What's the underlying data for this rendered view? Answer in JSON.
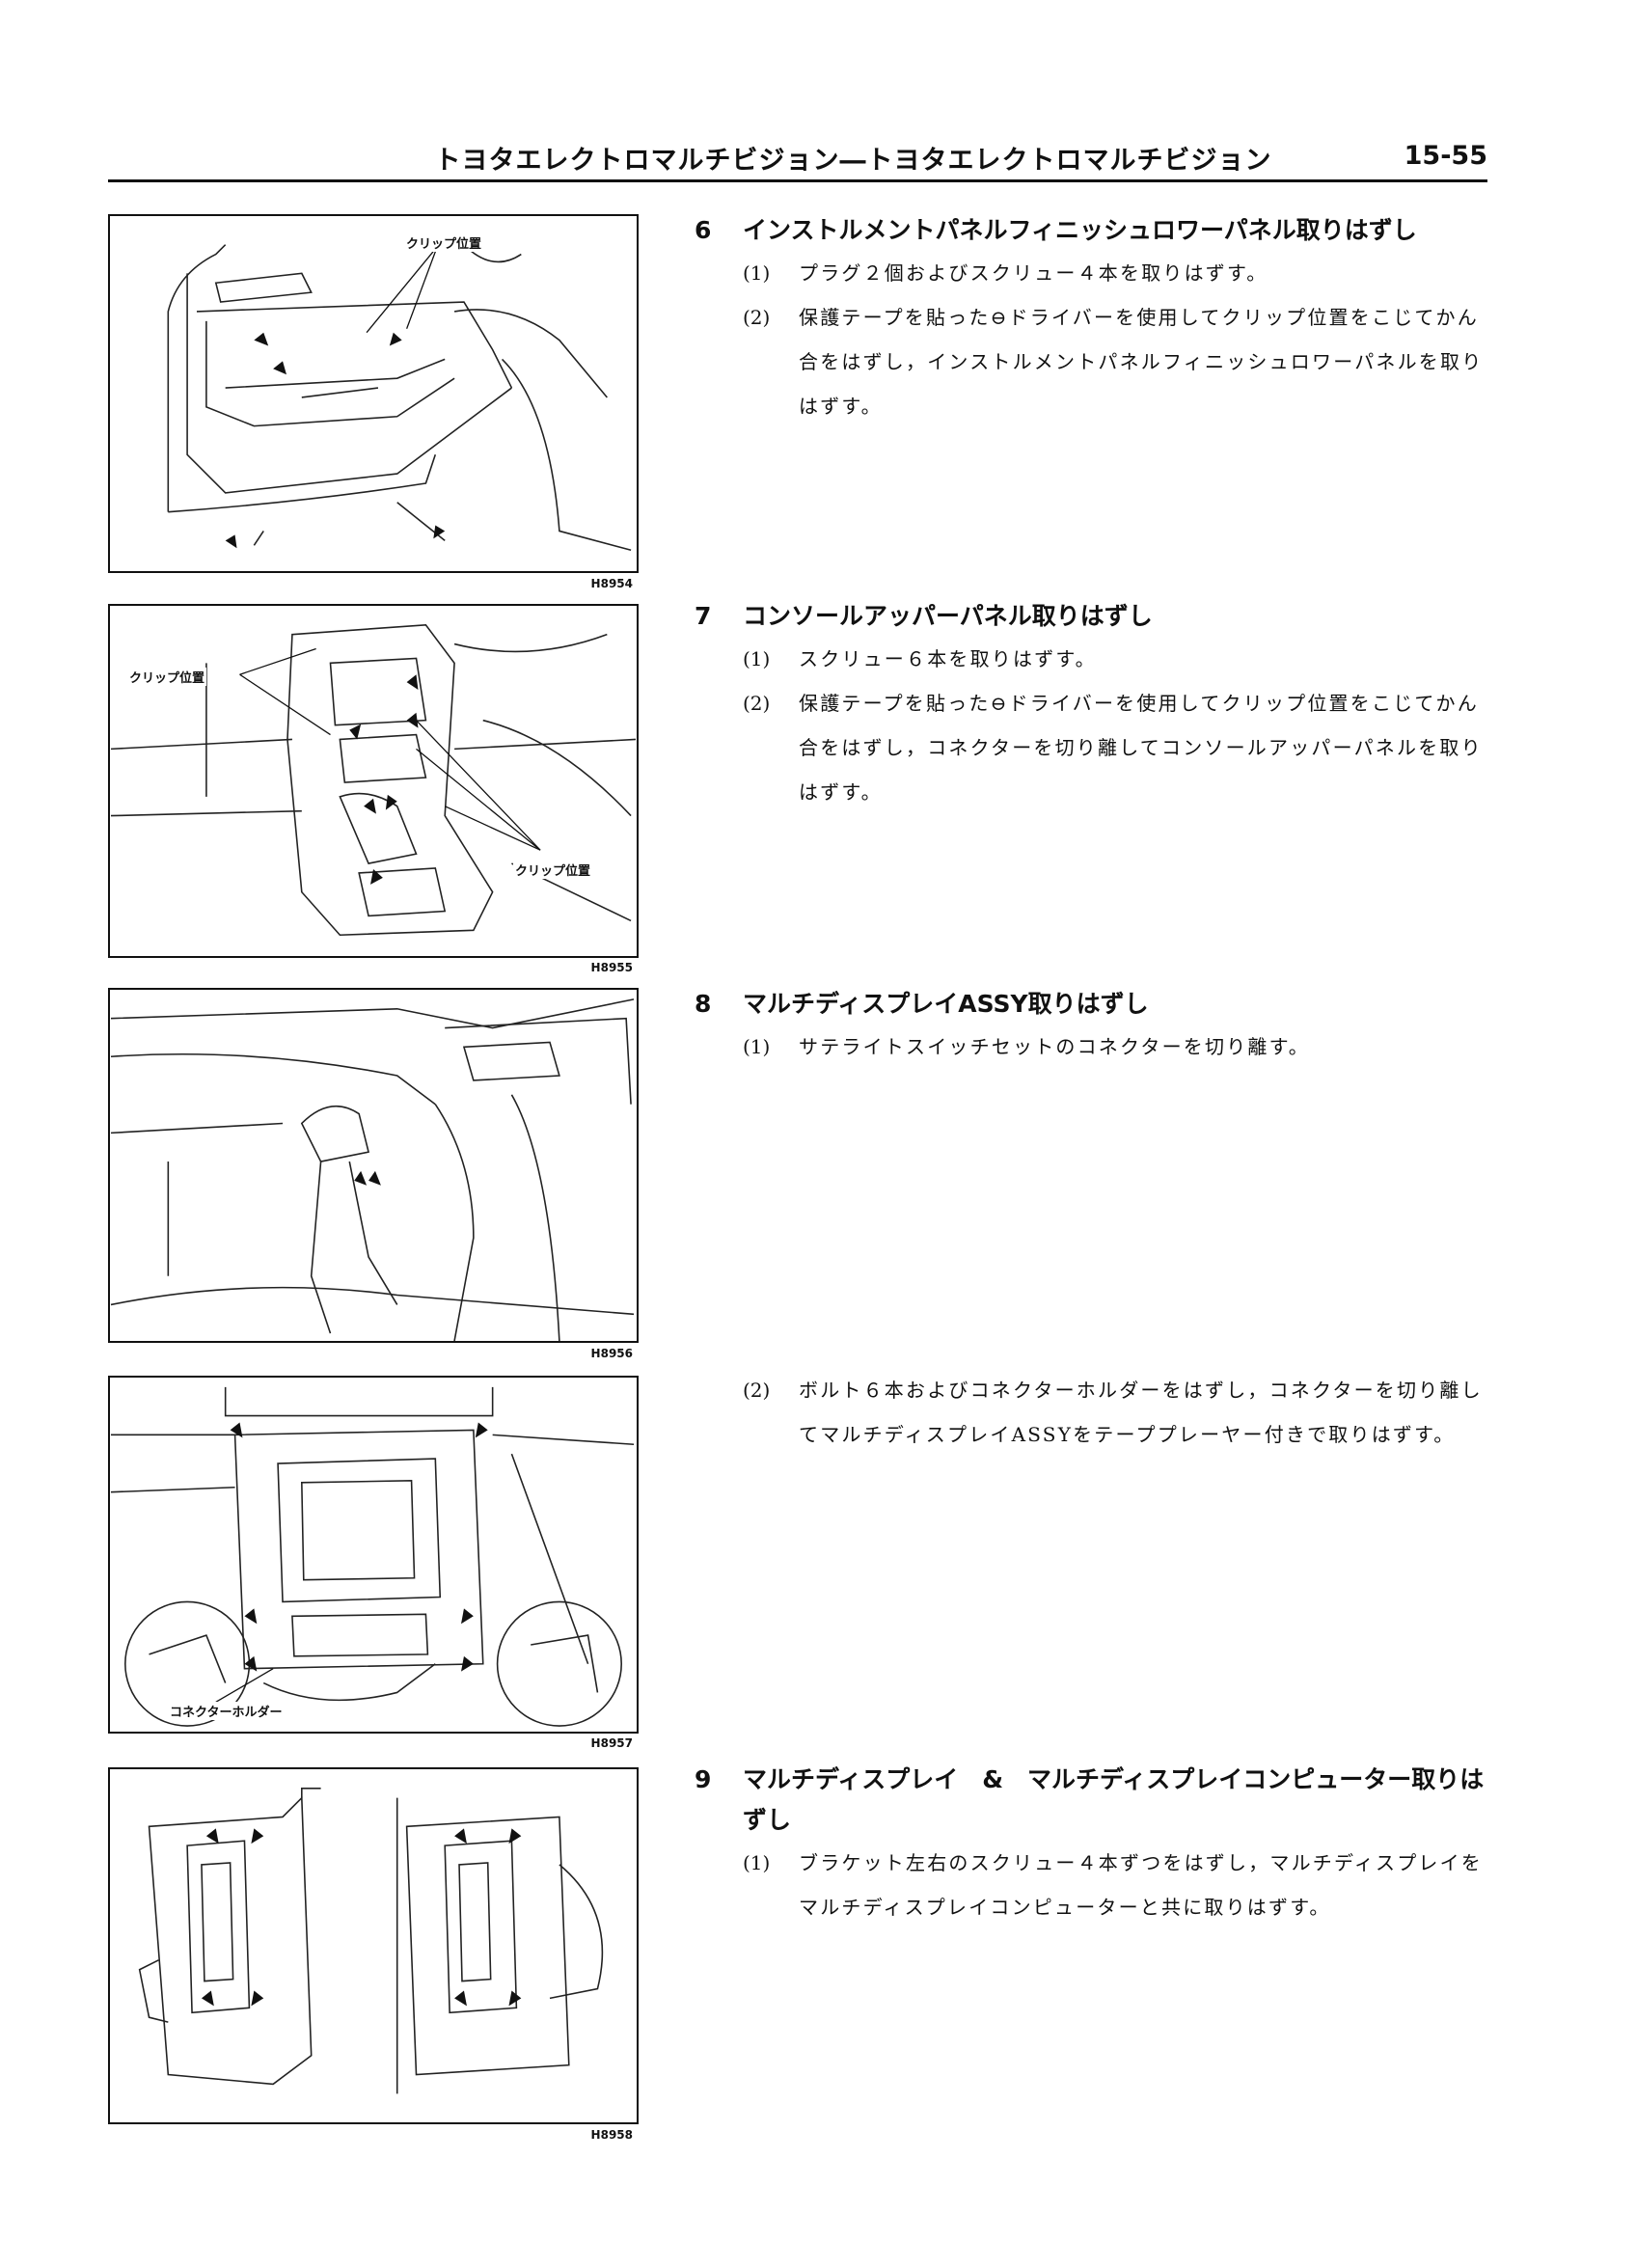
{
  "header": {
    "title": "トヨタエレクトロマルチビジョン―トヨタエレクトロマルチビジョン",
    "page_number": "15-55"
  },
  "figures": [
    {
      "id": "H8954",
      "callouts": [
        "クリップ位置"
      ]
    },
    {
      "id": "H8955",
      "callouts": [
        "クリップ位置",
        "クリップ位置"
      ]
    },
    {
      "id": "H8956",
      "callouts": []
    },
    {
      "id": "H8957",
      "callouts": [
        "コネクターホルダー"
      ]
    },
    {
      "id": "H8958",
      "callouts": []
    }
  ],
  "sections": [
    {
      "number": "6",
      "title": "インストルメントパネルフィニッシュロワーパネル取りはずし",
      "steps": [
        {
          "num": "(1)",
          "text": "プラグ２個およびスクリュー４本を取りはずす。"
        },
        {
          "num": "(2)",
          "text": "保護テープを貼った⊖ドライバーを使用してクリップ位置をこじてかん合をはずし，インストルメントパネルフィニッシュロワーパネルを取りはずす。"
        }
      ]
    },
    {
      "number": "7",
      "title": "コンソールアッパーパネル取りはずし",
      "steps": [
        {
          "num": "(1)",
          "text": "スクリュー６本を取りはずす。"
        },
        {
          "num": "(2)",
          "text": "保護テープを貼った⊖ドライバーを使用してクリップ位置をこじてかん合をはずし，コネクターを切り離してコンソールアッパーパネルを取りはずす。"
        }
      ]
    },
    {
      "number": "8",
      "title": "マルチディスプレイASSY取りはずし",
      "steps": [
        {
          "num": "(1)",
          "text": "サテライトスイッチセットのコネクターを切り離す。"
        }
      ]
    },
    {
      "number": "",
      "title": "",
      "steps": [
        {
          "num": "(2)",
          "text": "ボルト６本およびコネクターホルダーをはずし，コネクターを切り離してマルチディスプレイASSYをテーププレーヤー付きで取りはずす。"
        }
      ]
    },
    {
      "number": "9",
      "title": "マルチディスプレイ　&　マルチディスプレイコンピューター取りはずし",
      "steps": [
        {
          "num": "(1)",
          "text": "ブラケット左右のスクリュー４本ずつをはずし，マルチディスプレイをマルチディスプレイコンピューターと共に取りはずす。"
        }
      ]
    }
  ]
}
